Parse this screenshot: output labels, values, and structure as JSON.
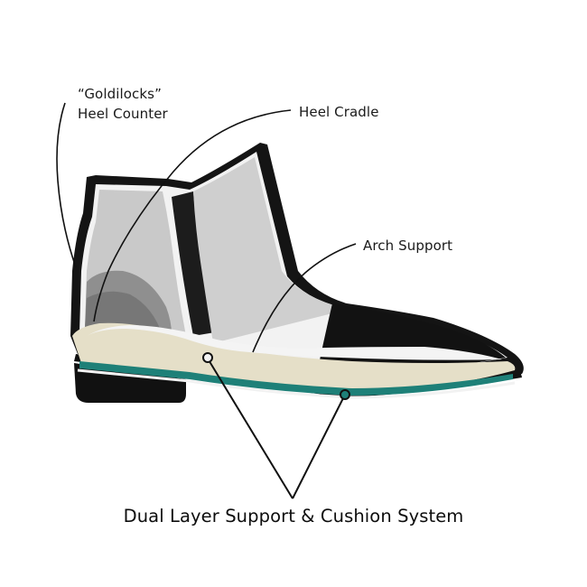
{
  "labels": {
    "heel_counter_line1": "“Goldilocks”",
    "heel_counter_line2": "Heel Counter",
    "heel_cradle": "Heel Cradle",
    "arch_support": "Arch Support",
    "system": "Dual Layer Support & Cushion System"
  },
  "colors": {
    "outline": "#111111",
    "upper_panel": "#c9c9c9",
    "upper_panel_dark": "#9a9a9a",
    "elastic_gore": "#1c1c1c",
    "toe_cap": "#121212",
    "footbed_cream": "#e5dfc8",
    "footbed_white": "#f3f3f3",
    "support_layer": "#1e8078",
    "leader_line": "#111111"
  }
}
